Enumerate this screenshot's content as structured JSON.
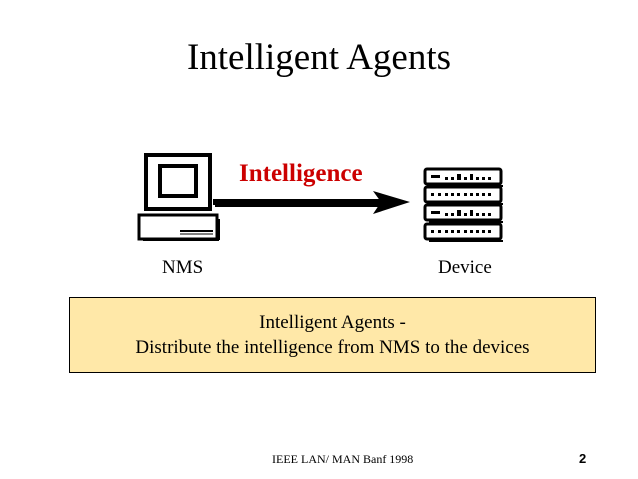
{
  "slide": {
    "title": "Intelligent Agents",
    "arrow_label": "Intelligence",
    "nodes": {
      "nms": {
        "label": "NMS",
        "icon": "computer-terminal-icon"
      },
      "device": {
        "label": "Device",
        "icon": "server-rack-icon"
      }
    },
    "info_box": {
      "line1": "Intelligent Agents -",
      "line2": "Distribute the intelligence from NMS to the devices"
    },
    "footer": "IEEE LAN/ MAN Banf 1998",
    "page_number": "2"
  },
  "colors": {
    "arrow_label": "#cc0000",
    "info_box_fill": "#ffe8a8",
    "background": "#ffffff"
  }
}
